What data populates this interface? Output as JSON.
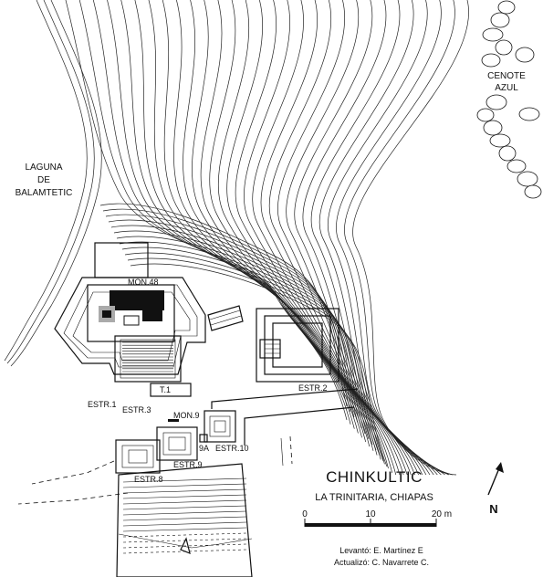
{
  "labels": {
    "laguna": [
      "LAGUNA",
      "DE",
      "BALAMTETIC"
    ],
    "cenote": [
      "CENOTE",
      "AZUL"
    ],
    "mon48": "MON.48",
    "estr1": "ESTR.1",
    "estr2": "ESTR.2",
    "estr3": "ESTR.3",
    "t1": "T.1",
    "mon9": "MON.9",
    "estr8": "ESTR.8",
    "estr9": "ESTR.9",
    "e9a": "9A",
    "estr10": "ESTR.10"
  },
  "title": {
    "site": "CHINKULTIC",
    "region": "LA TRINITARIA, CHIAPAS"
  },
  "scale": {
    "ticks": [
      "0",
      "10",
      "20 m"
    ]
  },
  "north": "N",
  "credits": [
    "Levantó: E. Martínez E",
    "Actualizó: C. Navarrete C."
  ],
  "colors": {
    "ink": "#111111",
    "gray": "#aaaaaa"
  }
}
